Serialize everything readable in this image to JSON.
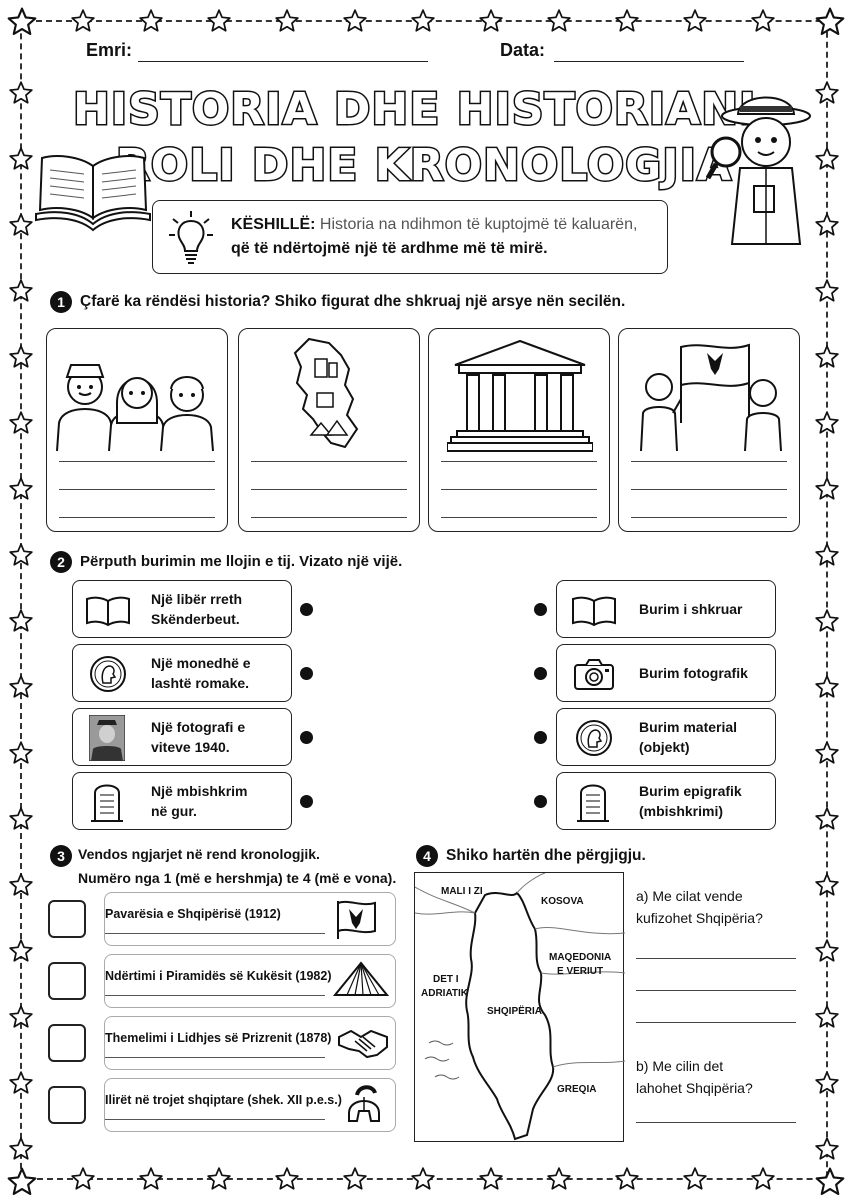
{
  "header": {
    "name_label": "Emri:",
    "date_label": "Data:"
  },
  "title": {
    "line1": "HISTORIA DHE HISTORIANI:",
    "line2": "ROLI DHE KRONOLOGJIA"
  },
  "tip": {
    "label": "KËSHILLË:",
    "text1": "Historia na ndihmon të kuptojmë të kaluarën,",
    "text2": "që të ndërtojmë një të ardhme më të mirë."
  },
  "section1": {
    "number": "1",
    "question": "Çfarë ka rëndësi historia?  Shiko figurat dhe shkruaj një arsye nën secilën.",
    "cards": [
      {
        "icon": "family-icon"
      },
      {
        "icon": "albania-map-icon"
      },
      {
        "icon": "ancient-temple-icon"
      },
      {
        "icon": "children-flag-icon"
      }
    ]
  },
  "section2": {
    "number": "2",
    "question": "Përputh burimin me llojin e tij. Vizato një vijë.",
    "left": [
      {
        "line1": "Një libër rreth",
        "line2": "Skënderbeut.",
        "icon": "book-icon"
      },
      {
        "line1": "Një monedhë e",
        "line2": "lashtë romake.",
        "icon": "coin-icon"
      },
      {
        "line1": "Një fotografi e",
        "line2": "viteve 1940.",
        "icon": "portrait-photo-icon"
      },
      {
        "line1": "Një mbishkrim",
        "line2": "në gur.",
        "icon": "stone-inscription-icon"
      }
    ],
    "right": [
      {
        "line1": "Burim i shkruar",
        "line2": "",
        "icon": "book-icon"
      },
      {
        "line1": "Burim fotografik",
        "line2": "",
        "icon": "camera-icon"
      },
      {
        "line1": "Burim material",
        "line2": "(objekt)",
        "icon": "coin-icon"
      },
      {
        "line1": "Burim epigrafik",
        "line2": "(mbishkrimi)",
        "icon": "stone-inscription-icon"
      }
    ]
  },
  "section3": {
    "number": "3",
    "question1": "Vendos ngjarjet në rend kronologjik.",
    "question2": "Numëro nga 1 (më e hershmja) te 4 (më e vona).",
    "events": [
      {
        "text": "Pavarësia e Shqipërisë (1912)",
        "icon": "flag-icon"
      },
      {
        "text": "Ndërtimi i Piramidës së Kukësit (1982)",
        "icon": "pyramid-icon"
      },
      {
        "text": "Themelimi i Lidhjes së Prizrenit (1878)",
        "icon": "handshake-icon"
      },
      {
        "text": "Ilirët në trojet shqiptare (shek. XII p.e.s.)",
        "icon": "helmet-icon"
      }
    ]
  },
  "section4": {
    "number": "4",
    "question": "Shiko hartën dhe përgjigju.",
    "map_labels": {
      "montenegro": "MALI I ZI",
      "kosovo": "KOSOVA",
      "macedonia1": "MAQEDONIA",
      "macedonia2": "E VERIUT",
      "sea1": "DET I",
      "sea2": "ADRIATIK",
      "albania": "SHQIPËRIA",
      "greece": "GREQIA"
    },
    "qa1": "a) Me cilat vende",
    "qa2": "kufizohet Shqipëria?",
    "qb1": "b) Me cilin det",
    "qb2": "lahohet Shqipëria?"
  }
}
